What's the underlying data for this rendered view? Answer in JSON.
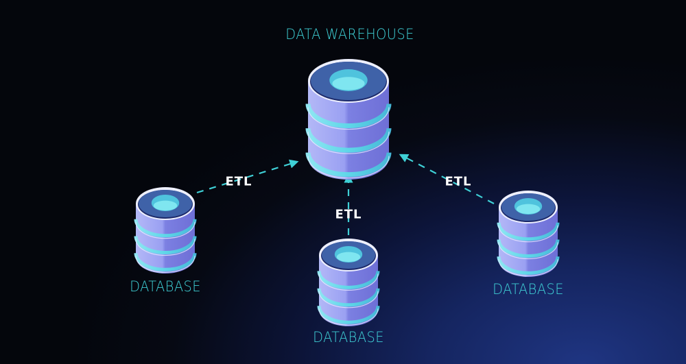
{
  "diagram": {
    "nodes": [
      {
        "id": "warehouse",
        "label": "DATA WAREHOUSE",
        "type": "data-warehouse"
      },
      {
        "id": "db_left",
        "label": "DATABASE",
        "type": "database"
      },
      {
        "id": "db_center",
        "label": "DATABASE",
        "type": "database"
      },
      {
        "id": "db_right",
        "label": "DATABASE",
        "type": "database"
      }
    ],
    "edges": [
      {
        "from": "db_left",
        "to": "warehouse",
        "label": "ETL"
      },
      {
        "from": "db_center",
        "to": "warehouse",
        "label": "ETL"
      },
      {
        "from": "db_right",
        "to": "warehouse",
        "label": "ETL"
      }
    ],
    "colors": {
      "label_text": "#3fd0d6",
      "etl_text": "#ffffff",
      "arrow": "#3fd0d6",
      "cylinder_body": "#8f96ee",
      "cylinder_band": "#5fd6e8",
      "cylinder_top": "#3f62a8",
      "cylinder_well": "#5fd6e8"
    }
  }
}
